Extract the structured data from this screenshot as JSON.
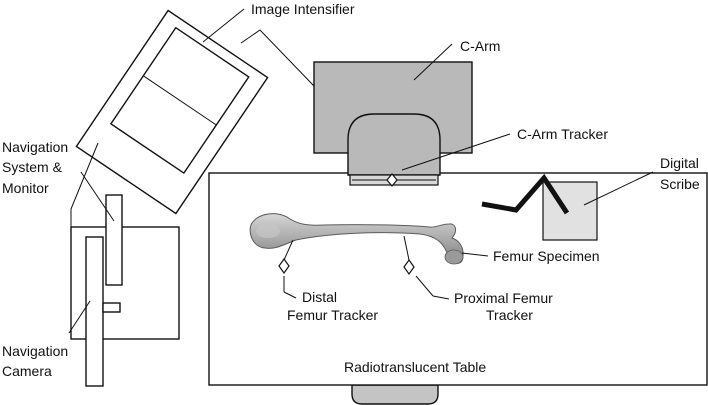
{
  "labels": {
    "image_intensifier": "Image Intensifier",
    "c_arm": "C-Arm",
    "c_arm_tracker": "C-Arm Tracker",
    "digital_scribe_1": "Digital",
    "digital_scribe_2": "Scribe",
    "nav_system_1": "Navigation",
    "nav_system_2": "System &",
    "nav_system_3": "Monitor",
    "femur_specimen": "Femur Specimen",
    "distal_tracker_1": "Distal",
    "distal_tracker_2": "Femur Tracker",
    "proximal_tracker_1": "Proximal Femur",
    "proximal_tracker_2": "Tracker",
    "nav_camera_1": "Navigation",
    "nav_camera_2": "Camera",
    "table": "Radiotranslucent Table"
  },
  "colors": {
    "outline": "#111111",
    "c_arm_fill": "#b9b9b9",
    "scribe_fill": "#e1e1e1",
    "bone_fill": "#b4b4b4"
  }
}
